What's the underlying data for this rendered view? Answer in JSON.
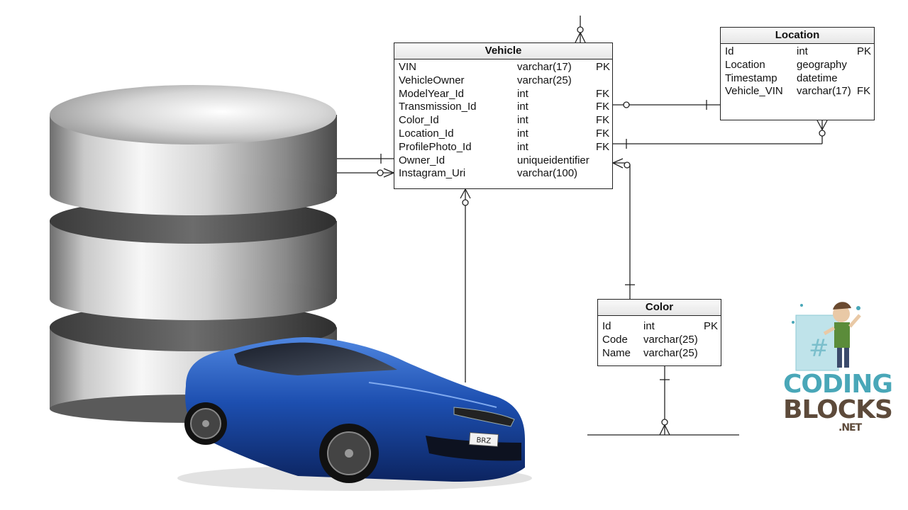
{
  "entities": {
    "vehicle": {
      "title": "Vehicle",
      "attributes": [
        {
          "name": "VIN",
          "type": "varchar(17)",
          "key": "PK"
        },
        {
          "name": "VehicleOwner",
          "type": "varchar(25)",
          "key": ""
        },
        {
          "name": "ModelYear_Id",
          "type": "int",
          "key": "FK"
        },
        {
          "name": "Transmission_Id",
          "type": "int",
          "key": "FK"
        },
        {
          "name": "Color_Id",
          "type": "int",
          "key": "FK"
        },
        {
          "name": "Location_Id",
          "type": "int",
          "key": "FK"
        },
        {
          "name": "ProfilePhoto_Id",
          "type": "int",
          "key": "FK"
        },
        {
          "name": "Owner_Id",
          "type": "uniqueidentifier",
          "key": ""
        },
        {
          "name": "Instagram_Uri",
          "type": "varchar(100)",
          "key": ""
        }
      ]
    },
    "location": {
      "title": "Location",
      "attributes": [
        {
          "name": "Id",
          "type": "int",
          "key": "PK"
        },
        {
          "name": "Location",
          "type": "geography",
          "key": ""
        },
        {
          "name": "Timestamp",
          "type": "datetime",
          "key": ""
        },
        {
          "name": "Vehicle_VIN",
          "type": "varchar(17)",
          "key": "FK"
        }
      ]
    },
    "color": {
      "title": "Color",
      "attributes": [
        {
          "name": "Id",
          "type": "int",
          "key": "PK"
        },
        {
          "name": "Code",
          "type": "varchar(25)",
          "key": ""
        },
        {
          "name": "Name",
          "type": "varchar(25)",
          "key": ""
        }
      ]
    }
  },
  "logo": {
    "line1": "CODING",
    "line2": "BLOCKS",
    "line3": ".NET"
  },
  "car": {
    "plate": "BRZ"
  },
  "colors": {
    "line": "#222222",
    "logo_teal": "#49a7b8",
    "logo_brown": "#5d4a3a",
    "car_blue": "#1d4fb0"
  },
  "icons": [
    "database-icon",
    "car-image",
    "coding-blocks-logo"
  ]
}
